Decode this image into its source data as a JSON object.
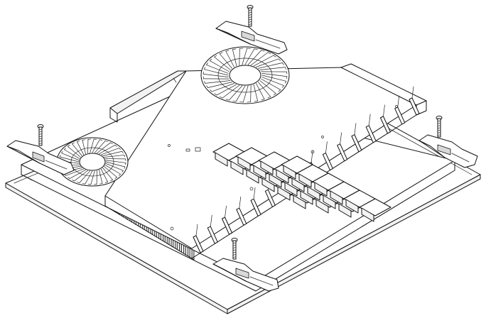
{
  "drawing": {
    "subject": "",
    "parts": {
      "base_plate": "base-plate",
      "housing": "housing-top",
      "fans": [
        "fan-right",
        "fan-left"
      ],
      "screws": [
        "screw-top",
        "screw-left",
        "screw-right",
        "screw-bottom"
      ],
      "brackets": [
        "bracket-top",
        "bracket-left",
        "bracket-right",
        "bracket-bottom"
      ],
      "cells": "cell-grid",
      "fins": [
        "fins-left-side",
        "fins-front-side"
      ]
    },
    "colors": {
      "line": "#111111",
      "fill": "#ffffff",
      "shade": "#f2f2f2"
    },
    "fan_blade_count": 36,
    "cell_rows": 4,
    "cell_cols": 6
  }
}
